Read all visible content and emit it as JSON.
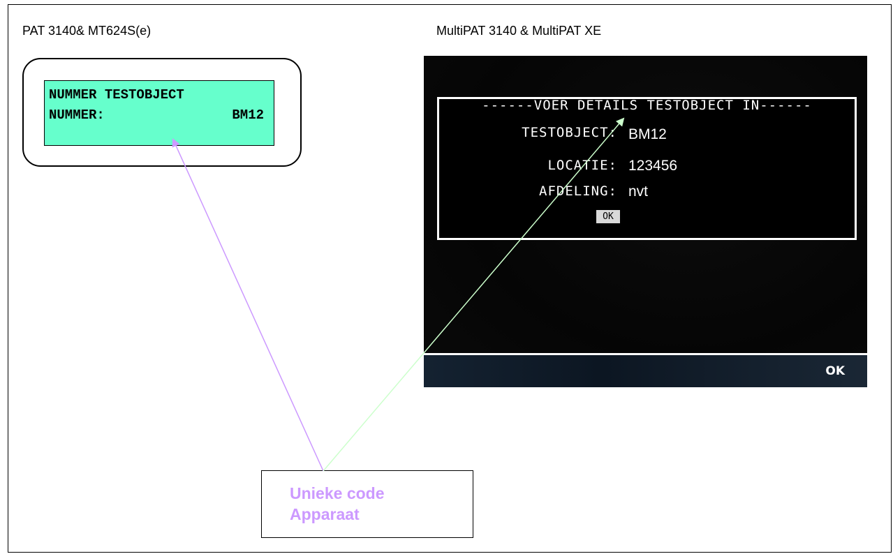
{
  "captions": {
    "left": "PAT 3140& MT624S(e)",
    "right": "MultiPAT 3140 & MultiPAT XE"
  },
  "lcd": {
    "line1": "NUMMER TESTOBJECT",
    "line2_label": "NUMMER:",
    "line2_value": "BM12",
    "background": "#66ffcc"
  },
  "multipat": {
    "dialog_title": "------VOER DETAILS TESTOBJECT IN------",
    "fields": [
      {
        "label": "TESTOBJECT:",
        "value": "BM12"
      },
      {
        "label": "LOCATIE:",
        "value": "123456"
      },
      {
        "label": "AFDELING:",
        "value": "nvt"
      }
    ],
    "ok_button": "OK",
    "softkey_ok": "OK"
  },
  "annotation": {
    "line1": "Unieke code",
    "line2": "Apparaat",
    "color": "#cc99ff",
    "arrow_colors": {
      "to_lcd": "#cc99ff",
      "to_multipat": "#ccffcc"
    }
  }
}
